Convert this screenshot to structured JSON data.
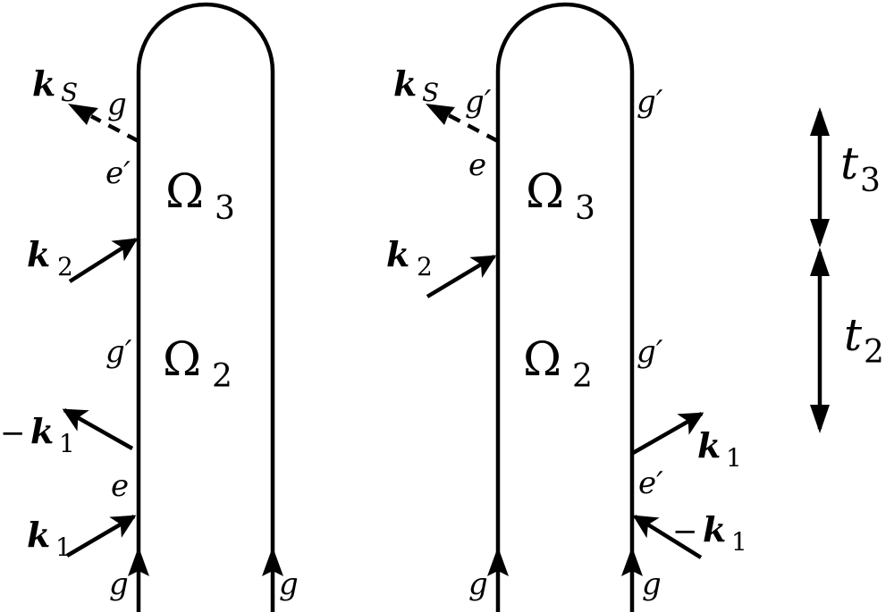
{
  "diagram": {
    "type": "double-sided Feynman diagrams",
    "colors": {
      "stroke": "#000000",
      "background": "#ffffff"
    },
    "left_diagram": {
      "interval_labels": {
        "upper": "Ω",
        "upper_sub": "3",
        "lower": "Ω",
        "lower_sub": "2"
      },
      "left_line_states": {
        "bottom": "g",
        "after_k1": "e",
        "after_minus_k1": "g′",
        "after_k2": "e′",
        "top": "g"
      },
      "right_line_states": {
        "bottom": "g"
      },
      "fields": [
        {
          "id": "k1",
          "label": "k",
          "sub": "1",
          "side": "left",
          "direction": "in"
        },
        {
          "id": "minus_k1",
          "prefix": "−",
          "label": "k",
          "sub": "1",
          "side": "left",
          "direction": "out"
        },
        {
          "id": "k2",
          "label": "k",
          "sub": "2",
          "side": "left",
          "direction": "in"
        },
        {
          "id": "kS",
          "label": "k",
          "sub": "S",
          "side": "left",
          "direction": "out",
          "style": "dashed"
        }
      ]
    },
    "right_diagram": {
      "interval_labels": {
        "upper": "Ω",
        "upper_sub": "3",
        "lower": "Ω",
        "lower_sub": "2"
      },
      "left_line_states": {
        "bottom": "g",
        "after_k2": "e",
        "top": "g′"
      },
      "right_line_states": {
        "bottom": "g",
        "after_minus_k1": "e′",
        "after_k1": "g′",
        "top": "g′"
      },
      "fields": [
        {
          "id": "minus_k1",
          "prefix": "−",
          "label": "k",
          "sub": "1",
          "side": "right",
          "direction": "in"
        },
        {
          "id": "k1",
          "label": "k",
          "sub": "1",
          "side": "right",
          "direction": "out"
        },
        {
          "id": "k2",
          "label": "k",
          "sub": "2",
          "side": "left",
          "direction": "in"
        },
        {
          "id": "kS",
          "label": "k",
          "sub": "S",
          "side": "left",
          "direction": "out",
          "style": "dashed"
        }
      ]
    },
    "time_axis": {
      "intervals": [
        {
          "label": "t",
          "sub": "3"
        },
        {
          "label": "t",
          "sub": "2"
        }
      ]
    }
  }
}
